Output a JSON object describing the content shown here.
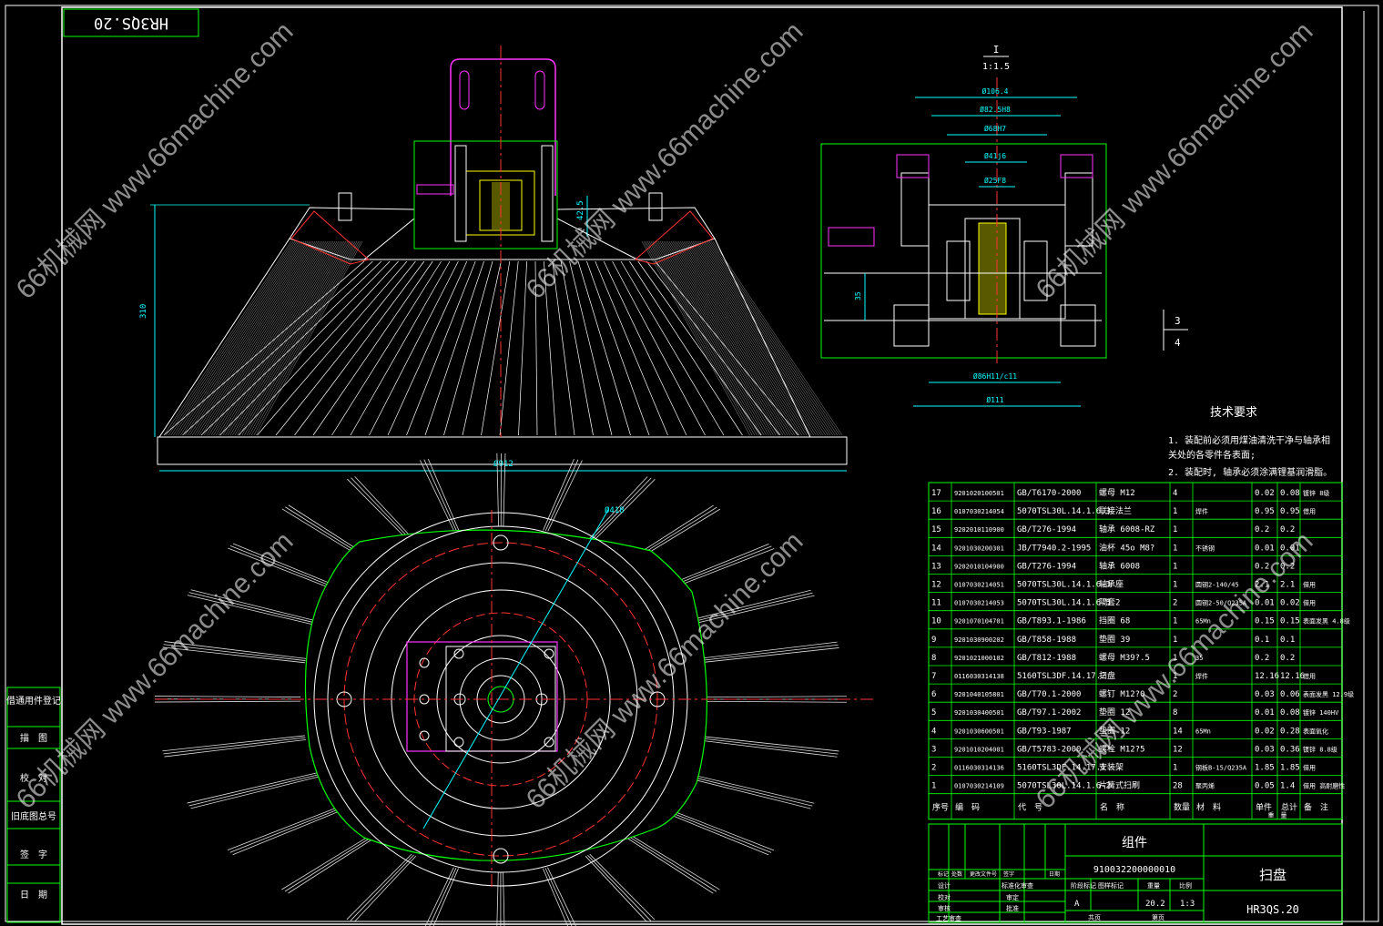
{
  "title_box_top": "HR3QS.20",
  "watermark": "66机械网 www.66machine.com",
  "detail": {
    "label": "I",
    "scale": "1:1.5",
    "dims": [
      "Ø106.4",
      "Ø82.5H8",
      "Ø68H7",
      "Ø41j6",
      "Ø25F8",
      "Ø86H11/c11",
      "Ø111"
    ],
    "height_dim": "35"
  },
  "main_dims": {
    "height": "310",
    "width": "Ø912",
    "small": "42.5",
    "circle": "Ø418"
  },
  "side_marks": [
    "3",
    "4"
  ],
  "tech": {
    "title": "技术要求",
    "lines": [
      "1. 装配前必须用煤油清洗干净与轴承相",
      "   关处的各零件各表面;",
      "2. 装配时, 轴承必须涂满锂基润滑脂。"
    ]
  },
  "bom": {
    "rows": [
      [
        "17",
        "9201020100501",
        "GB/T6170-2000",
        "螺母 M12",
        "4",
        "",
        "0.02",
        "0.08",
        "镀锌 8级"
      ],
      [
        "16",
        "0107030214054",
        "5070TSL30L.14.1.6.3",
        "联接法兰",
        "1",
        "焊件",
        "0.95",
        "0.95",
        "借用"
      ],
      [
        "15",
        "9202010110900",
        "GB/T276-1994",
        "轴承 6008-RZ",
        "1",
        "",
        "0.2",
        "0.2",
        ""
      ],
      [
        "14",
        "9201030200301",
        "JB/T7940.2-1995",
        "油杯 45o M8?",
        "1",
        "不锈钢",
        "0.01",
        "0.01",
        ""
      ],
      [
        "13",
        "9202010104900",
        "GB/T276-1994",
        "轴承 6008",
        "1",
        "",
        "0.2",
        "0.2",
        ""
      ],
      [
        "12",
        "0107030214051",
        "5070TSL30L.14.1.6-3",
        "轴承座",
        "1",
        "圆钢2-140/45",
        "2.1",
        "2.1",
        "借用"
      ],
      [
        "11",
        "0107030214053",
        "5070TSL30L.14.1.6-5",
        "隔套2",
        "2",
        "圆钢2-50/Q235A",
        "0.01",
        "0.02",
        "借用"
      ],
      [
        "10",
        "9201070104701",
        "GB/T893.1-1986",
        "挡圈 68",
        "1",
        "65Mn",
        "0.15",
        "0.15",
        "表面发黑 4.8级"
      ],
      [
        "9",
        "9201030900202",
        "GB/T858-1988",
        "垫圈 39",
        "1",
        "",
        "0.1",
        "0.1",
        ""
      ],
      [
        "8",
        "9201021000102",
        "GB/T812-1988",
        "螺母 M39?.5",
        "1",
        "35",
        "0.2",
        "0.2",
        ""
      ],
      [
        "7",
        "0116030314138",
        "5160TSL3DF.14.17.2",
        "扫盘",
        "1",
        "焊件",
        "12.16",
        "12.16",
        "借用"
      ],
      [
        "6",
        "9201040105801",
        "GB/T70.1-2000",
        "螺钉 M12?0",
        "2",
        "",
        "0.03",
        "0.06",
        "表面发黑 12.9级"
      ],
      [
        "5",
        "9201030400501",
        "GB/T97.1-2002",
        "垫圈 12",
        "8",
        "",
        "0.01",
        "0.08",
        "镀锌 140HV"
      ],
      [
        "4",
        "9201030600501",
        "GB/T93-1987",
        "垫圈 12",
        "14",
        "65Mn",
        "0.02",
        "0.28",
        "表面氧化"
      ],
      [
        "3",
        "9201010204001",
        "GB/T5783-2000",
        "螺栓 M12?5",
        "12",
        "",
        "0.03",
        "0.36",
        "镀锌 8.8级"
      ],
      [
        "2",
        "0116030314136",
        "5160TSL3DF.14.17.1",
        "安装架",
        "1",
        "钢板B-15/Q235A",
        "1.85",
        "1.85",
        "借用"
      ],
      [
        "1",
        "0107030214109",
        "5070TSL30L.14.1.6-2",
        "片簧式扫刷",
        "28",
        "聚丙烯",
        "0.05",
        "1.4",
        "借用 高耐磨性"
      ]
    ],
    "header": [
      "序号",
      "编　码",
      "代　号",
      "名　称",
      "数量",
      "材　料",
      "单件",
      "总计",
      "备　注"
    ],
    "header_sub": "重　量"
  },
  "title_block": {
    "assembly": "组件",
    "code": "910032200000010",
    "name": "扫盘",
    "drawing_no": "HR3QS.20",
    "stage": "A",
    "weight": "20.2",
    "scale": "1:3",
    "row_labels": [
      "标记",
      "处数",
      "更改文件号",
      "签字",
      "日期"
    ],
    "roles": [
      "设计",
      "校对",
      "审核",
      "工艺审查"
    ],
    "std": [
      "标准化审查",
      "审定",
      "批准"
    ],
    "col_labels": [
      "阶段标记",
      "图样标记",
      "重量",
      "比例"
    ],
    "sheets": [
      "共页",
      "第页"
    ]
  },
  "left_strip": [
    "借通用件登记",
    "描　图",
    "校　对",
    "旧底图总号",
    "签　字",
    "日　期"
  ]
}
